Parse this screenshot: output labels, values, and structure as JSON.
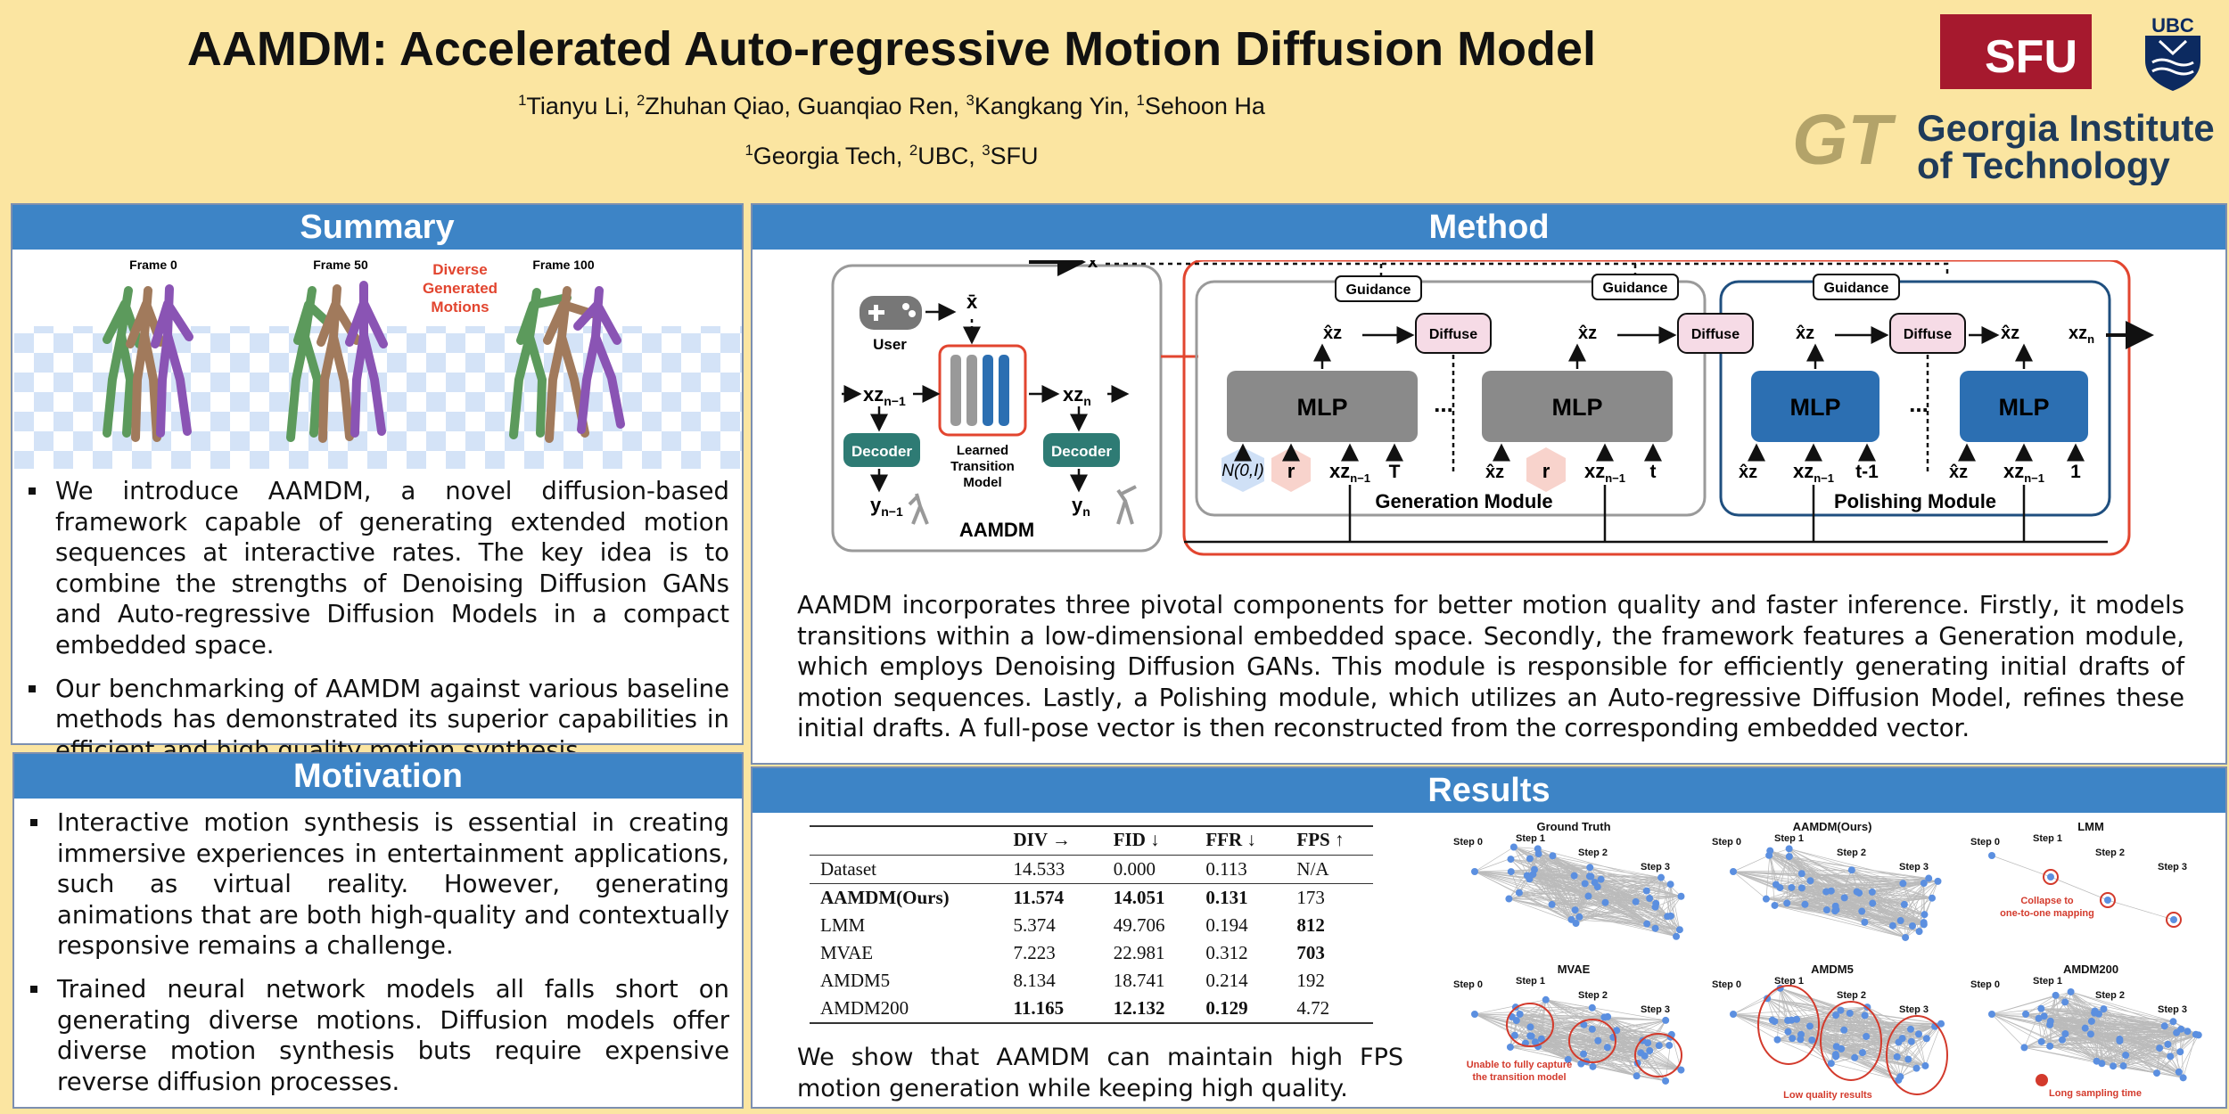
{
  "header": {
    "title": "AAMDM: Accelerated Auto-regressive Motion Diffusion Model",
    "authors": [
      {
        "sup": "1",
        "name": "Tianyu Li"
      },
      {
        "sup": "2",
        "name": "Zhuhan Qiao, Guanqiao Ren"
      },
      {
        "sup": "3",
        "name": "Kangkang Yin"
      },
      {
        "sup": "1",
        "name": "Sehoon Ha"
      }
    ],
    "affiliations": [
      {
        "sup": "1",
        "name": "Georgia Tech"
      },
      {
        "sup": "2",
        "name": "UBC"
      },
      {
        "sup": "3",
        "name": "SFU"
      }
    ],
    "logos": {
      "sfu": "SFU",
      "ubc": "UBC",
      "gt_mark": "GT",
      "gt_line1": "Georgia Institute",
      "gt_line2": "of Technology"
    }
  },
  "summary": {
    "heading": "Summary",
    "figure": {
      "frames": [
        "Frame 0",
        "Frame 50",
        "Frame 100"
      ],
      "annotation": [
        "Diverse",
        "Generated",
        "Motions"
      ]
    },
    "bullets": [
      "We introduce AAMDM, a novel diffusion-based framework capable of generating extended motion sequences at interactive rates. The key idea is to combine the strengths of Denoising Diffusion GANs and Auto-regressive Diffusion Models in a compact embedded space.",
      "Our benchmarking of AAMDM against various baseline methods has demonstrated its superior capabilities in efficient and high quality motion synthesis."
    ]
  },
  "motivation": {
    "heading": "Motivation",
    "bullets": [
      "Interactive motion synthesis is essential in creating immersive experiences in entertainment applications, such as virtual reality. However, generating animations that are both high-quality and contextually responsive remains a challenge.",
      "Trained neural network models all falls short on generating diverse motions. Diffusion models offer diverse motion synthesis buts require expensive reverse diffusion processes."
    ]
  },
  "method": {
    "heading": "Method",
    "diagram": {
      "user": "User",
      "decoder": "Decoder",
      "learned": [
        "Learned",
        "Transition",
        "Model"
      ],
      "aamdm": "AAMDM",
      "guidance": "Guidance",
      "diffuse": "Diffuse",
      "mlp": "MLP",
      "ellipsis": "...",
      "generation": "Generation Module",
      "polishing": "Polishing Module",
      "xz_prev": "xz",
      "sub_prev": "n−1",
      "xz_n": "xz",
      "sub_n": "n",
      "y_prev": "y",
      "y_n": "y",
      "xbar": "x̄",
      "noise": "N(0,I)",
      "r": "r",
      "T": "T",
      "t": "t",
      "t1": "t-1",
      "one": "1",
      "xhat": "x̂z"
    },
    "paragraph": "AAMDM incorporates three pivotal components for better motion quality and faster inference. Firstly, it models transitions within a low-dimensional embedded space. Secondly, the framework features a Generation module, which employs Denoising Diffusion GANs. This module is responsible for efficiently generating initial drafts of motion sequences. Lastly, a Polishing module, which utilizes an Auto-regressive Diffusion Model, refines these initial drafts. A full-pose vector is then reconstructed from the corresponding embedded vector."
  },
  "results": {
    "heading": "Results",
    "table": {
      "columns": [
        "",
        "DIV →",
        "FID ↓",
        "FFR ↓",
        "FPS ↑"
      ],
      "rows": [
        {
          "name": "Dataset",
          "values": [
            "14.533",
            "0.000",
            "0.113",
            "N/A"
          ]
        },
        {
          "name": "AAMDM(Ours)",
          "values": [
            "11.574",
            "14.051",
            "0.131",
            "173"
          ]
        },
        {
          "name": "LMM",
          "values": [
            "5.374",
            "49.706",
            "0.194",
            "812"
          ]
        },
        {
          "name": "MVAE",
          "values": [
            "7.223",
            "22.981",
            "0.312",
            "703"
          ]
        },
        {
          "name": "AMDM5",
          "values": [
            "8.134",
            "18.741",
            "0.214",
            "192"
          ]
        },
        {
          "name": "AMDM200",
          "values": [
            "11.165",
            "12.132",
            "0.129",
            "4.72"
          ]
        }
      ]
    },
    "caption": "We show that AAMDM can maintain high FPS motion generation while keeping high quality.",
    "graphs": {
      "titles": [
        "Ground Truth",
        "AAMDM(Ours)",
        "LMM",
        "MVAE",
        "AMDM5",
        "AMDM200"
      ],
      "steps": [
        "Step 0",
        "Step 1",
        "Step 2",
        "Step 3"
      ],
      "notes": {
        "lmm": [
          "Collapse to",
          "one-to-one mapping"
        ],
        "mvae": [
          "Unable to fully capture",
          "the transition model"
        ],
        "amdm5": "Low quality results",
        "amdm200": "Long sampling time"
      }
    }
  }
}
